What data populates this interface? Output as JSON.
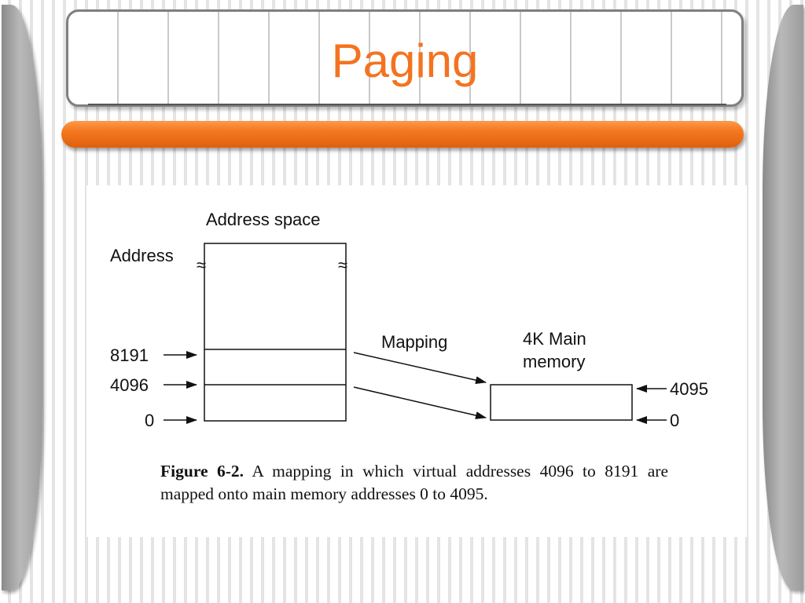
{
  "slide": {
    "title": "Paging",
    "colors": {
      "accent": "#f47320",
      "bar": "#f57a22"
    }
  },
  "figure": {
    "address_space_label": "Address space",
    "address_label": "Address",
    "mapping_label": "Mapping",
    "main_memory_label_line1": "4K Main",
    "main_memory_label_line2": "memory",
    "left_ticks": [
      "8191",
      "4096",
      "0"
    ],
    "right_ticks": [
      "4095",
      "0"
    ],
    "break_symbol": "≈",
    "caption_figure": "Figure 6-2.",
    "caption_text": "A mapping in which virtual addresses 4096 to 8191 are mapped onto main memory addresses 0 to 4095."
  }
}
